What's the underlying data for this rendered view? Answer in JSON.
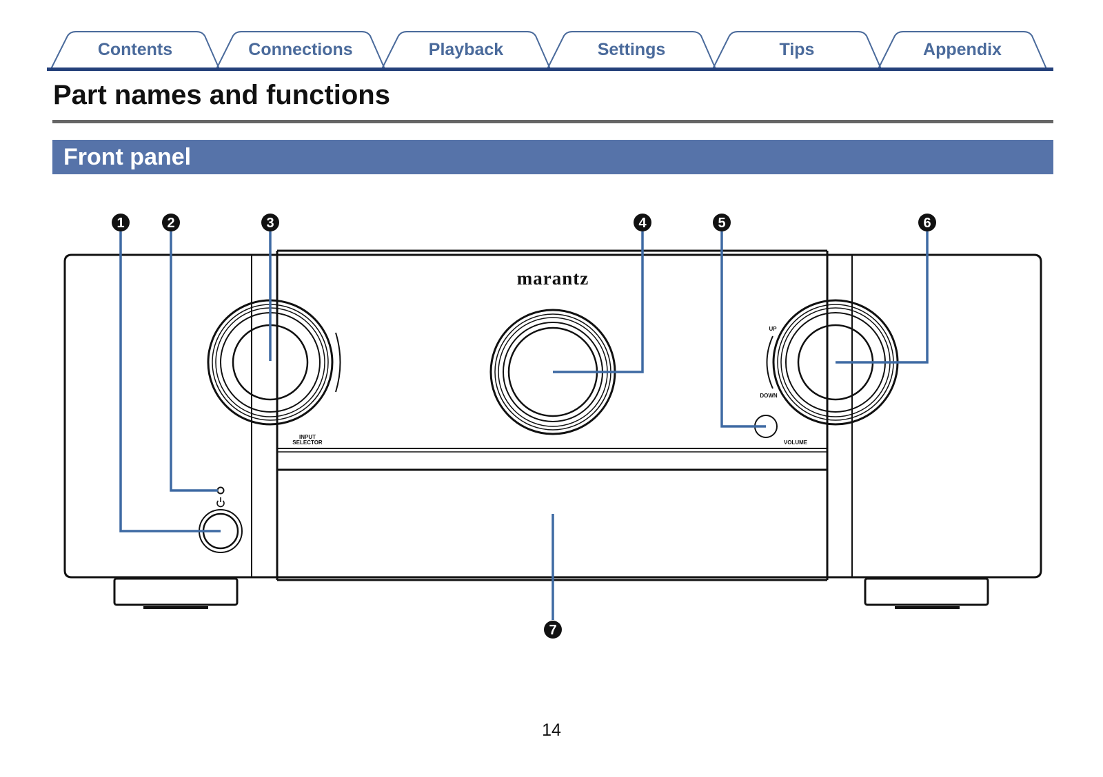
{
  "nav": {
    "tabs": [
      {
        "label": "Contents"
      },
      {
        "label": "Connections"
      },
      {
        "label": "Playback"
      },
      {
        "label": "Settings"
      },
      {
        "label": "Tips"
      },
      {
        "label": "Appendix"
      }
    ]
  },
  "page": {
    "title": "Part names and functions",
    "section": "Front panel",
    "number": "14"
  },
  "device": {
    "brand": "marantz",
    "labels": {
      "input_selector_line1": "INPUT",
      "input_selector_line2": "SELECTOR",
      "volume": "VOLUME",
      "up": "UP",
      "down": "DOWN"
    }
  },
  "callouts": [
    "1",
    "2",
    "3",
    "4",
    "5",
    "6",
    "7"
  ],
  "colors": {
    "tab_text": "#4a6a9b",
    "tab_rule": "#24407a",
    "section_bar": "#5673a9",
    "leader_line": "#3e6aa3"
  }
}
